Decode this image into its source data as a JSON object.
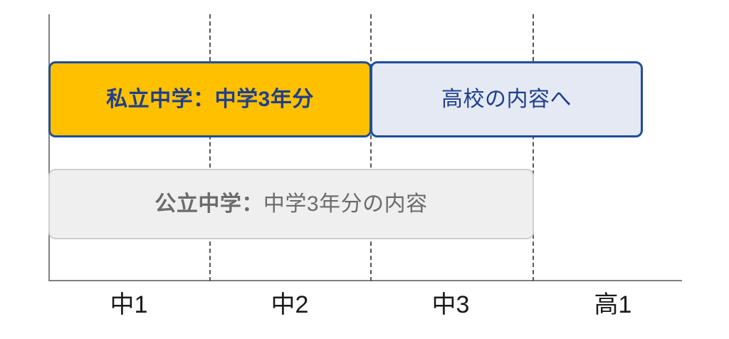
{
  "chart_data": {
    "type": "bar",
    "title": "",
    "orientation": "horizontal",
    "xlabel": "",
    "ylabel": "",
    "categories": [
      "中1",
      "中2",
      "中3",
      "高1"
    ],
    "axis": {
      "tick_labels": [
        "中1",
        "中2",
        "中3",
        "高1"
      ],
      "grid": true,
      "grid_style": "dashed",
      "grid_positions_years": [
        1,
        2,
        3
      ],
      "xlim": [
        0,
        4
      ]
    },
    "series": [
      {
        "name": "私立中学",
        "row": 0,
        "segments": [
          {
            "label": "私立中学：中学3年分",
            "label_bold_part": "私立中学：",
            "label_regular_part": "中学3年分",
            "start_year": 0,
            "end_year": 2,
            "duration_years": 2,
            "fill": "#FFC000",
            "border": "#1F4E9C",
            "text_color": "#1F3F8C"
          },
          {
            "label": "高校の内容へ",
            "start_year": 2,
            "end_year": 3.7,
            "duration_years": 1.7,
            "fill": "#E4E9F3",
            "border": "#1F4E9C",
            "text_color": "#1F3F8C"
          }
        ]
      },
      {
        "name": "公立中学",
        "row": 1,
        "segments": [
          {
            "label": "公立中学：中学3年分の内容",
            "label_bold_part": "公立中学：",
            "label_regular_part": "中学3年分の内容",
            "start_year": 0,
            "end_year": 3,
            "duration_years": 3,
            "fill": "#EFEFEF",
            "border": "#CFCFCF",
            "text_color": "#6B6B6B"
          }
        ]
      }
    ]
  },
  "bars": {
    "private_middle": {
      "bold_text": "私立中学：",
      "regular_text": "中学3年分"
    },
    "private_high": {
      "text": "高校の内容へ"
    },
    "public_middle": {
      "bold_text": "公立中学：",
      "regular_text": "中学3年分の内容"
    }
  },
  "ticks": [
    {
      "label": "中1"
    },
    {
      "label": "中2"
    },
    {
      "label": "中3"
    },
    {
      "label": "高1"
    }
  ],
  "colors": {
    "accent_yellow": "#FFC000",
    "accent_navy": "#1F4E9C",
    "text_navy": "#1F3F8C",
    "pale_blue": "#E4E9F3",
    "pale_grey": "#EFEFEF",
    "grey_border": "#CFCFCF",
    "grey_text": "#6B6B6B",
    "axis_grey": "#808080",
    "grid_grey": "#555555"
  }
}
